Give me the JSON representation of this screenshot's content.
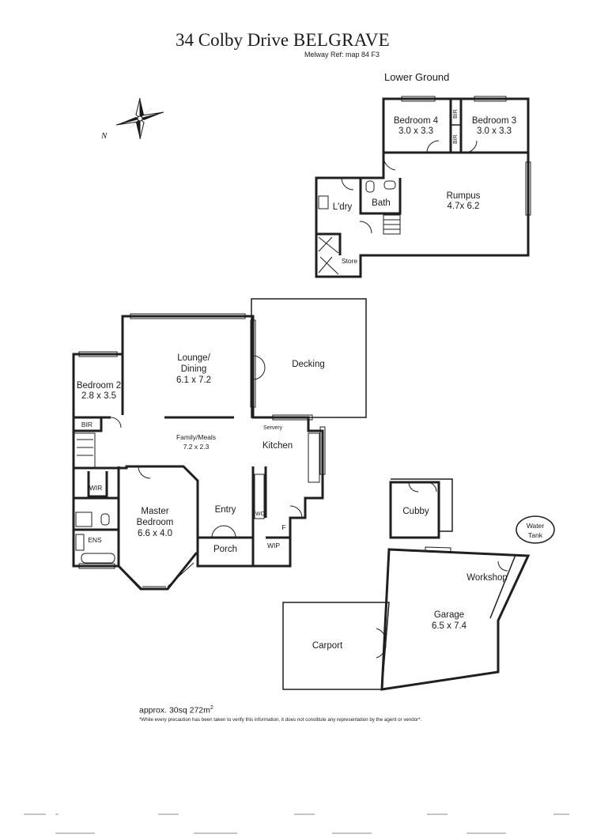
{
  "header": {
    "address": "34 Colby Drive",
    "suburb": "BELGRAVE",
    "melway_ref": "Melway Ref: map 84 F3"
  },
  "compass": {
    "north_label": "N",
    "icon": "compass-rose-icon"
  },
  "lower_ground": {
    "level_label": "Lower Ground",
    "rooms": {
      "bedroom4": {
        "name": "Bedroom 4",
        "size": "3.0 x 3.3"
      },
      "bedroom3": {
        "name": "Bedroom 3",
        "size": "3.0 x 3.3"
      },
      "bir_a": "BIR",
      "bir_b": "BIR",
      "rumpus": {
        "name": "Rumpus",
        "size": "4.7x 6.2"
      },
      "laundry": "L'dry",
      "bath": "Bath",
      "store": "Store"
    }
  },
  "main_level": {
    "rooms": {
      "lounge": {
        "name_line1": "Lounge/",
        "name_line2": "Dining",
        "size": "6.1 x 7.2"
      },
      "decking": "Decking",
      "bedroom2": {
        "name": "Bedroom 2",
        "size": "2.8 x 3.5"
      },
      "bir": "BIR",
      "family": {
        "name": "Family/Meals",
        "size": "7.2 x 2.3"
      },
      "servery": "Servery",
      "kitchen": "Kitchen",
      "wir": "WIR",
      "master": {
        "name_line1": "Master",
        "name_line2": "Bedroom",
        "size": "6.6 x 4.0"
      },
      "ens": "ENS",
      "entry": "Entry",
      "porch": "Porch",
      "wo": "WO",
      "wip": "WIP",
      "fridge": "F"
    }
  },
  "outbuildings": {
    "cubby": "Cubby",
    "water_tank_line1": "Water",
    "water_tank_line2": "Tank",
    "workshop": "Workshop",
    "garage": {
      "name": "Garage",
      "size": "6.5 x 7.4"
    },
    "carport": "Carport"
  },
  "footer": {
    "area_prefix": "approx. 30sq 272m",
    "area_superscript": "2",
    "disclaimer": "*While every precaution has been taken to verify this information, it does not constitute any representation by the agent or vendor*."
  },
  "colors": {
    "wall": "#1f1f1f",
    "line": "#333333",
    "background": "#ffffff"
  }
}
